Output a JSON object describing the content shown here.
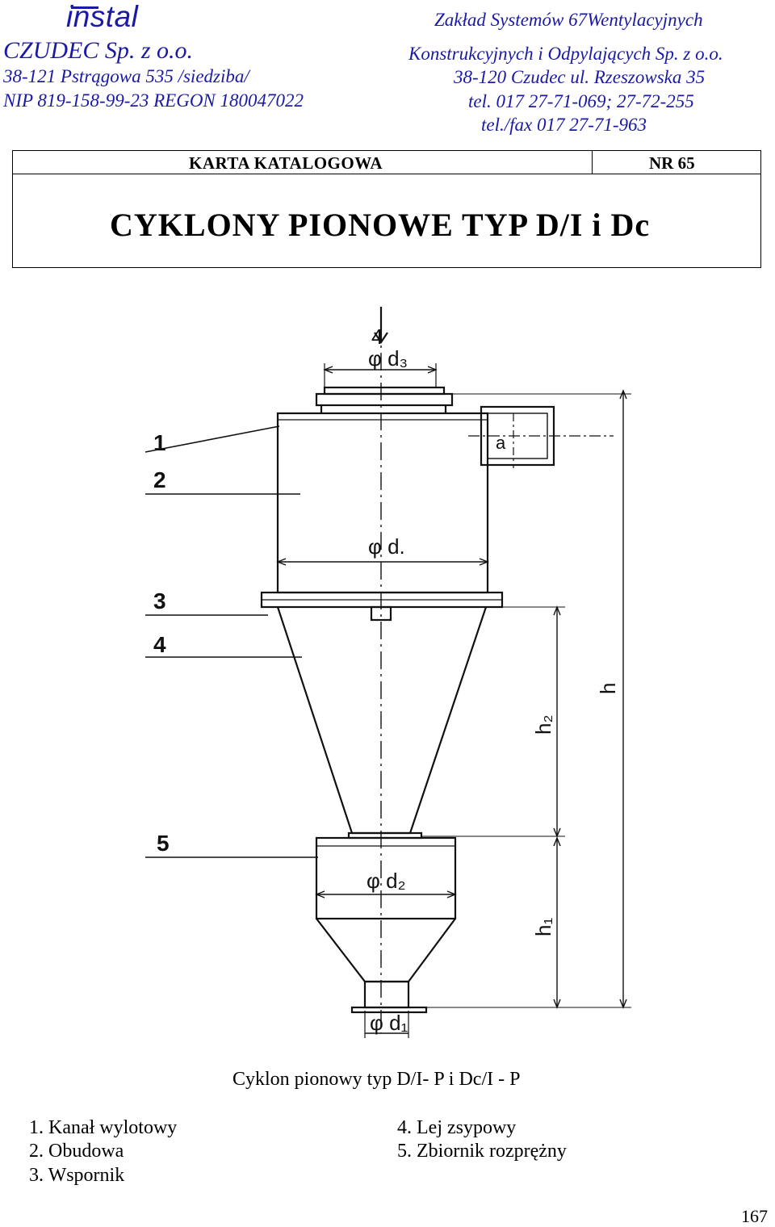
{
  "header": {
    "logo": "instal",
    "company_name": "CZUDEC Sp. z o.o.",
    "address": "38-121 Pstrągowa 535 /siedziba/",
    "nip_regon": "NIP 819-158-99-23 REGON 180047022",
    "plant_line1": "Zakład Systemów 67Wentylacyjnych",
    "plant_line2": "Konstrukcyjnych i Odpylających Sp. z o.o.",
    "plant_address": "38-120 Czudec ul. Rzeszowska 35",
    "phone": "tel. 017 27-71-069; 27-72-255",
    "fax": "tel./fax 017  27-71-963"
  },
  "card": {
    "label": "KARTA  KATALOGOWA",
    "number": "NR  65",
    "title": "CYKLONY   PIONOWE   TYP  D/I i Dc"
  },
  "drawing": {
    "label_arrow": "4",
    "label_d3": "φ d₃",
    "label_a": "a",
    "label_d": "φ d.",
    "label_d2": "φ d₂",
    "label_d1": "φ d₁",
    "label_h": "h",
    "label_h2": "h₂",
    "label_h1": "h₁",
    "callouts": [
      "1",
      "2",
      "3",
      "4",
      "5"
    ]
  },
  "caption": "Cyklon pionowy typ D/I- P i Dc/I - P",
  "legend": [
    "1.  Kanał wylotowy",
    "2.  Obudowa",
    "3.  Wspornik",
    "4.  Lej zsypowy",
    "5.  Zbiornik rozprężny"
  ],
  "page_number": "167"
}
